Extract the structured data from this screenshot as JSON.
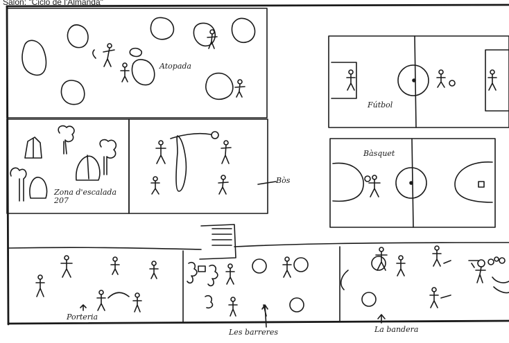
{
  "header": {
    "caption": "Salón: \"Ciclo de l'Almandà\""
  },
  "zones": {
    "playground": {
      "label": "Atopada"
    },
    "football": {
      "label": "Fútbol"
    },
    "basketball": {
      "label": "Bàsquet"
    },
    "climbing": {
      "label": "Zona d'escalada 207"
    },
    "beam": {
      "label": "Bòs"
    },
    "bottom_left": {
      "label": "Porteria"
    },
    "bottom_middle": {
      "label": "Les barreres"
    },
    "bottom_right": {
      "label": "La bandera"
    }
  }
}
